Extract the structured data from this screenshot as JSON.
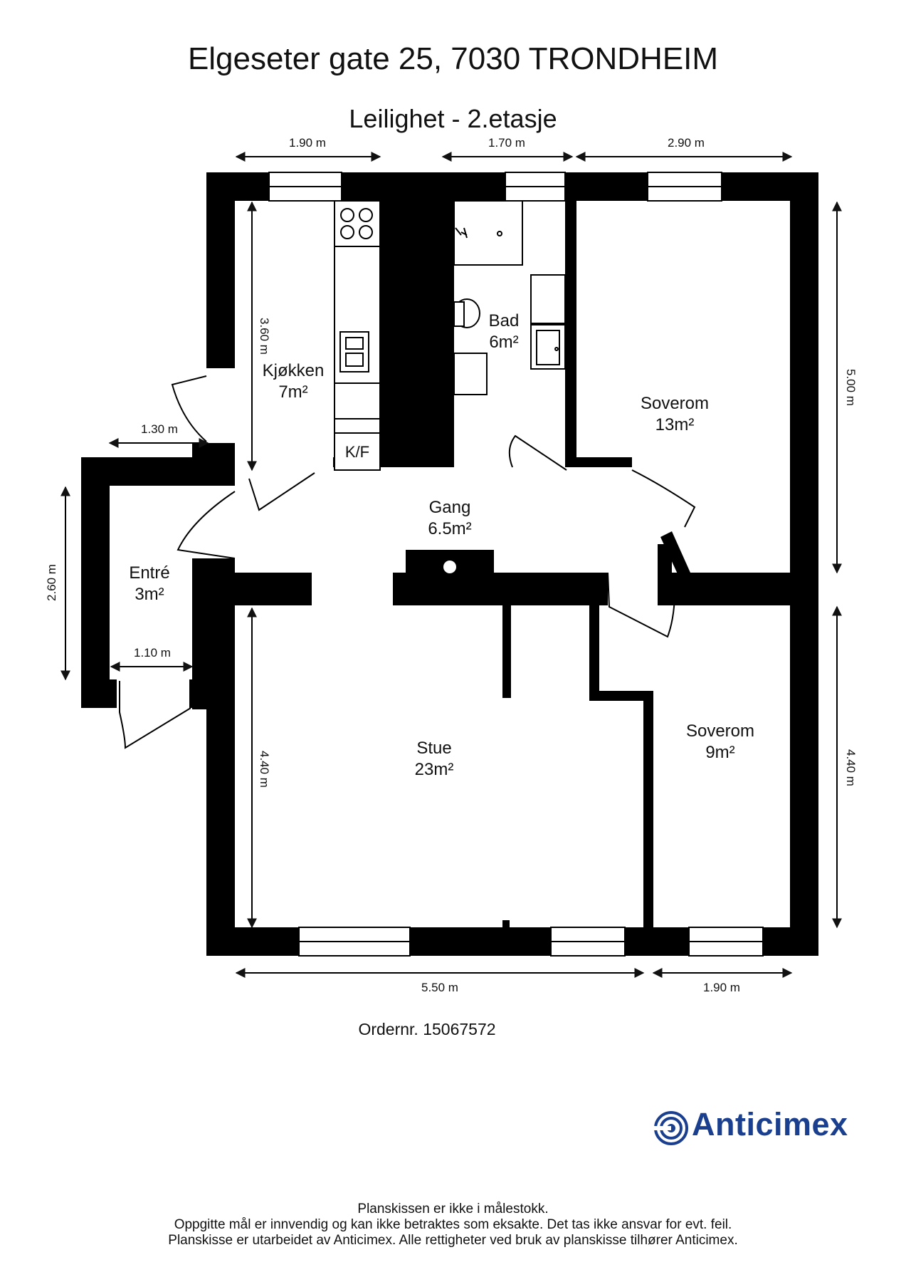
{
  "header": {
    "address": "Elgeseter gate 25, 7030 TRONDHEIM",
    "floor": "Leilighet - 2.etasje"
  },
  "rooms": [
    {
      "name": "Kjøkken",
      "area": "7m²"
    },
    {
      "name": "Bad",
      "area": "6m²"
    },
    {
      "name": "Soverom",
      "area": "13m²"
    },
    {
      "name": "Gang",
      "area": "6.5m²"
    },
    {
      "name": "Entré",
      "area": "3m²"
    },
    {
      "name": "Stue",
      "area": "23m²"
    },
    {
      "name": "Soverom",
      "area": "9m²"
    }
  ],
  "fixtures": {
    "fridge_label": "K/F"
  },
  "dimensions": {
    "top_kitchen": "1.90 m",
    "top_bath": "1.70 m",
    "top_bedroom": "2.90 m",
    "kitchen_height": "3.60 m",
    "entry_top": "1.30 m",
    "entry_height": "2.60 m",
    "entry_bottom": "1.10 m",
    "living_height": "4.40 m",
    "bedroom1_height": "5.00 m",
    "bedroom2_height": "4.40 m",
    "bottom_living": "5.50 m",
    "bottom_bedroom": "1.90 m"
  },
  "order": "Ordernr. 15067572",
  "brand": {
    "name": "Anticimex",
    "color": "#1b3f8f"
  },
  "footer": [
    "Planskissen er ikke i målestokk.",
    "Oppgitte mål er innvendig og kan ikke betraktes som eksakte. Det tas ikke ansvar for evt. feil.",
    "Planskisse er utarbeidet av Anticimex. Alle rettigheter ved bruk av planskisse tilhører Anticimex."
  ]
}
